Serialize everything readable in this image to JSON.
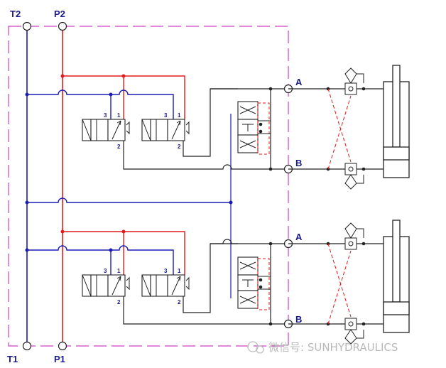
{
  "ports": {
    "t2": "T2",
    "p2": "P2",
    "t1": "T1",
    "p1": "P1",
    "a_upper": "A",
    "b_upper": "B",
    "a_lower": "A",
    "b_lower": "B"
  },
  "valve_numbers": {
    "n3": "3",
    "n1": "1",
    "n2": "2"
  },
  "watermark": {
    "text": "微信号: SUNHYDRAULICS"
  },
  "colors": {
    "pressure_line": "#e31b1b",
    "tank_line": "#1b1bb5",
    "boundary": "#d040c8",
    "work_line": "#222222",
    "pilot": "#e31b1b"
  }
}
